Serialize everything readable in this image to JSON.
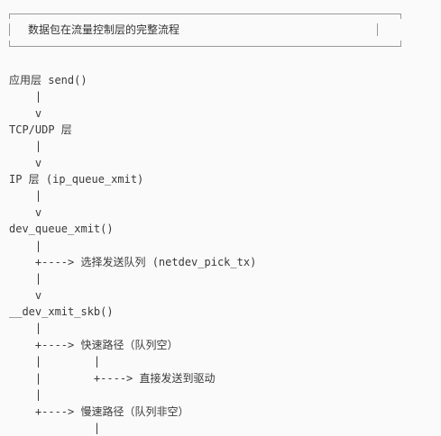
{
  "box": {
    "title": "数据包在流量控制层的完整流程"
  },
  "lines": [
    "应用层 send()",
    "    |",
    "    v",
    "TCP/UDP 层",
    "    |",
    "    v",
    "IP 层 (ip_queue_xmit)",
    "    |",
    "    v",
    "dev_queue_xmit()",
    "    |",
    "    +----> 选择发送队列 (netdev_pick_tx)",
    "    |",
    "    v",
    "__dev_xmit_skb()",
    "    |",
    "    +----> 快速路径（队列空）",
    "    |        |",
    "    |        +----> 直接发送到驱动",
    "    |",
    "    +----> 慢速路径（队列非空）",
    "             |"
  ]
}
